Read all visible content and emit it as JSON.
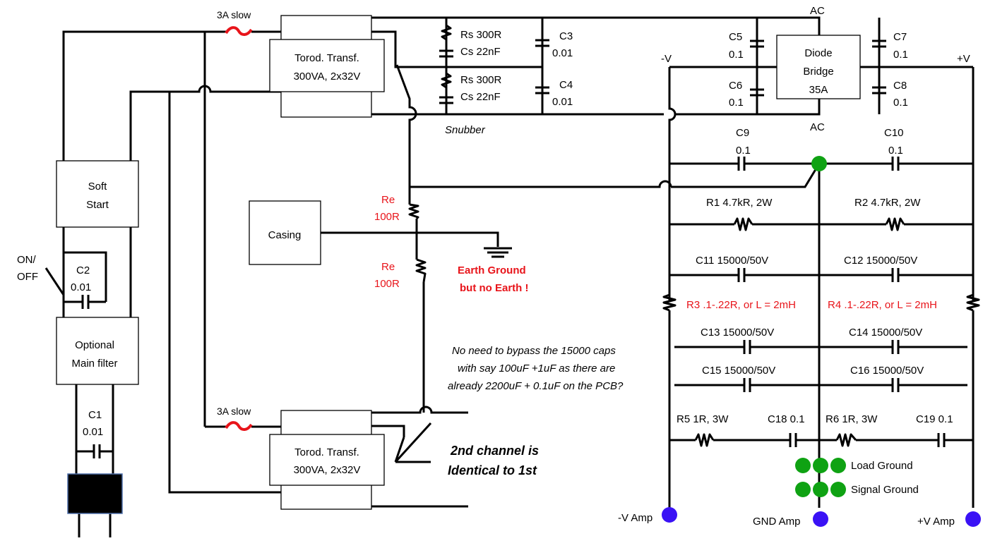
{
  "fuses": {
    "top_label": "3A slow",
    "bottom_label": "3A slow"
  },
  "transformers": {
    "top": {
      "line1": "Torod. Transf.",
      "line2": "300VA, 2x32V"
    },
    "bottom": {
      "line1": "Torod. Transf.",
      "line2": "300VA, 2x32V"
    }
  },
  "snubber": {
    "rs1": "Rs 300R",
    "cs1": "Cs 22nF",
    "rs2": "Rs 300R",
    "cs2": "Cs 22nF",
    "label": "Snubber"
  },
  "caps_top": {
    "c3_name": "C3",
    "c3_val": "0.01",
    "c4_name": "C4",
    "c4_val": "0.01",
    "c5_name": "C5",
    "c5_val": "0.1",
    "c6_name": "C6",
    "c6_val": "0.1",
    "c7_name": "C7",
    "c7_val": "0.1",
    "c8_name": "C8",
    "c8_val": "0.1"
  },
  "bridge": {
    "line1": "Diode",
    "line2": "Bridge",
    "line3": "35A",
    "ac_top": "AC",
    "ac_bottom": "AC"
  },
  "rails": {
    "neg": "-V",
    "pos": "+V"
  },
  "c9": {
    "name": "C9",
    "val": "0.1"
  },
  "c10": {
    "name": "C10",
    "val": "0.1"
  },
  "r1": "R1  4.7kR, 2W",
  "r2": "R2  4.7kR, 2W",
  "c11": "C11  15000/50V",
  "c12": "C12  15000/50V",
  "r3": "R3  .1-.22R, or L = 2mH",
  "r4": "R4  .1-.22R, or L = 2mH",
  "c13": "C13  15000/50V",
  "c14": "C14  15000/50V",
  "c15": "C15  15000/50V",
  "c16": "C16  15000/50V",
  "r5": "R5  1R, 3W",
  "c18": "C18  0.1",
  "r6": "R6  1R, 3W",
  "c19": "C19  0.1",
  "grounds": {
    "load": "Load Ground",
    "signal": "Signal Ground"
  },
  "outputs": {
    "neg": "-V Amp",
    "gnd": "GND Amp",
    "pos": "+V Amp"
  },
  "left": {
    "soft1": "Soft",
    "soft2": "Start",
    "onoff1": "ON/",
    "onoff2": "OFF",
    "c2_name": "C2",
    "c2_val": "0.01",
    "filter1": "Optional",
    "filter2": "Main filter",
    "c1_name": "C1",
    "c1_val": "0.01"
  },
  "earth": {
    "casing": "Casing",
    "re1a": "Re",
    "re1b": "100R",
    "re2a": "Re",
    "re2b": "100R",
    "note1": "Earth Ground",
    "note2": "but no Earth !"
  },
  "note": {
    "l1": "No need to bypass the 15000 caps",
    "l2": "with say 100uF +1uF as there are",
    "l3": "already 2200uF + 0.1uF on the PCB?"
  },
  "channel": {
    "l1": "2nd channel is",
    "l2": "Identical to 1st"
  },
  "colors": {
    "wire": "#000000",
    "red_text": "#e8141a",
    "ground_dot": "#0fa213",
    "output_dot": "#3a12f5",
    "plug": "#000000"
  }
}
